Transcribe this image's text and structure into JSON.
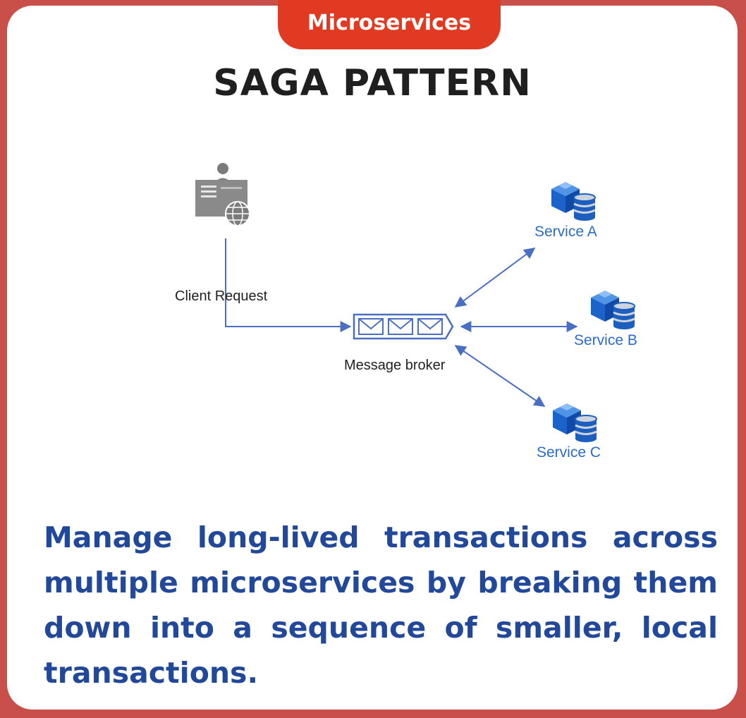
{
  "header": {
    "category": "Microservices",
    "title": "SAGA PATTERN"
  },
  "diagram": {
    "client_label": "Client Request",
    "broker_label": "Message broker",
    "services": [
      {
        "label": "Service A"
      },
      {
        "label": "Service B"
      },
      {
        "label": "Service C"
      }
    ],
    "icons": {
      "client": "client-computer-icon",
      "broker": "message-queue-icon",
      "service": "service-database-icon"
    },
    "colors": {
      "accent_blue": "#4a6ec4",
      "icon_gray": "#7b7b7b",
      "service_blue": "#1e65c8"
    }
  },
  "description": "Manage long-lived transactions across multiple microservices by breaking them down into a sequence of smaller, local transactions.",
  "colors": {
    "frame": "#c9504a",
    "tab": "#e03a22",
    "text_blue": "#22489a"
  }
}
